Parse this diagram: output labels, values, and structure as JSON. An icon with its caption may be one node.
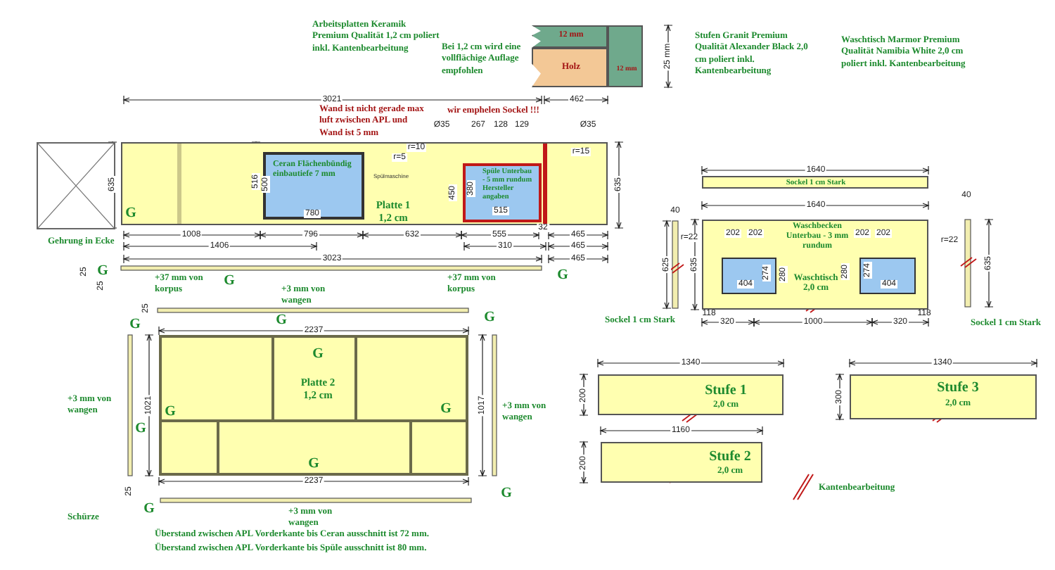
{
  "diagram": {
    "nodes": [
      {
        "text": [],
        "shape": "box"
      },
      {
        "text": [
          "Platte 1 1,2 cm"
        ]
      },
      {
        "text": [
          "Ceran Flächenbündig einbautiefe 7 mm"
        ],
        "in": 1
      },
      {
        "text": [
          "Spüle Unterbau - 5 mm rundum Hersteller angaben"
        ],
        "in": 1
      },
      {
        "text": [
          "12 mm"
        ]
      },
      {
        "text": [
          "Holz"
        ]
      },
      {
        "text": [
          "12 mm"
        ]
      },
      {
        "text": [
          "Platte 2 1,2 cm"
        ]
      },
      {
        "text": [
          "Sockel 1 cm Stark"
        ]
      },
      {
        "text": [
          "Waschbecken Unterbau - 3 mm rundum",
          "Waschtisch 2,0 cm"
        ]
      },
      {
        "text": [],
        "shape": "box",
        "in": 9
      },
      {
        "text": [],
        "shape": "box",
        "in": 9
      },
      {
        "text": [
          "Stufe 1",
          "2,0 cm"
        ]
      },
      {
        "text": [
          "Stufe 3",
          "2,0 cm"
        ]
      },
      {
        "text": [
          "Stufe 2",
          "2,0 cm"
        ]
      }
    ],
    "labels": [
      "Arbeitsplatten Keramik Premium Qualität 1,2 cm poliert inkl. Kantenbearbeitung",
      "Bei 1,2 cm wird eine vollflächige Auflage empfohlen",
      "Stufen Granit Premium Qualität Alexander Black 2,0 cm poliert inkl. Kantenbearbeitung",
      "Waschtisch Marmor Premium Qualität Namibia White 2,0 cm poliert inkl. Kantenbearbeitung",
      "Wand ist nicht gerade max luft zwischen APL und Wand ist 5 mm",
      "wir emphelen Sockel !!!",
      "Gehrung in Ecke",
      "+37 mm von korpus",
      "+37 mm von korpus",
      "+3 mm von wangen",
      "+3 mm von wangen",
      "+3 mm von wangen",
      "+3 mm von wangen",
      "Schürze",
      "Überstand zwischen APL Vorderkante bis Ceran ausschnitt ist 72 mm.",
      "Überstand zwischen APL Vorderkante bis Spüle ausschnitt ist 80 mm.",
      "Sockel 1 cm Stark",
      "Sockel 1 cm Stark",
      "Spülmaschine",
      "25 mm",
      "3021",
      "462",
      "635",
      "516",
      "500",
      "780",
      "r=10",
      "r=5",
      "Ø35",
      "267",
      "128",
      "129",
      "Ø35",
      "r=15",
      "450",
      "380",
      "515",
      "635",
      "1008",
      "796",
      "632",
      "555",
      "32",
      "465",
      "1406",
      "310",
      "465",
      "3023",
      "465",
      "25",
      "25",
      "25",
      "2237",
      "1021",
      "1017",
      "2237",
      "25",
      "1640",
      "1640",
      "40",
      "40",
      "625",
      "635",
      "r=22",
      "r=22",
      "202",
      "202",
      "202",
      "202",
      "274",
      "280",
      "280",
      "274",
      "404",
      "404",
      "118",
      "118",
      "320",
      "1000",
      "320",
      "635",
      "1340",
      "200",
      "1340",
      "300",
      "1160",
      "200",
      "G",
      "G",
      "G",
      "G",
      "G",
      "G",
      "G",
      "G",
      "G",
      "G",
      "G",
      "G",
      "G",
      "G"
    ],
    "legend": [
      {
        "text": "Kantenbearbeitung"
      }
    ]
  }
}
